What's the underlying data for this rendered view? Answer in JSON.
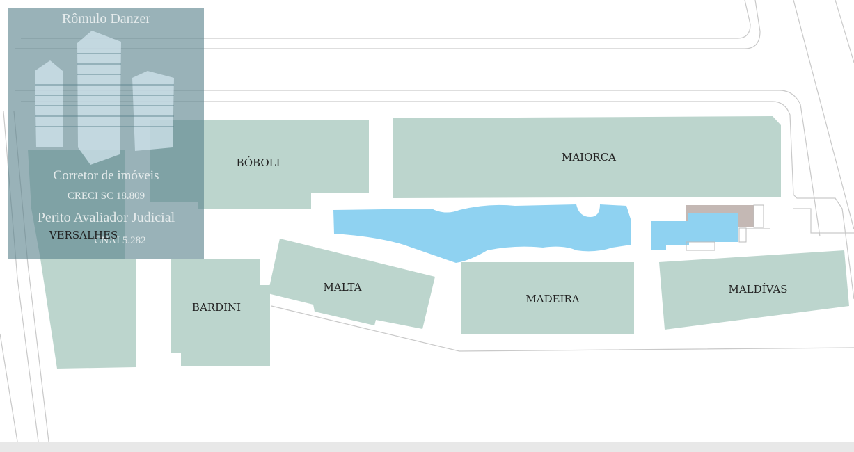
{
  "map": {
    "colors": {
      "building": "#bcd5cd",
      "pool": "#8fd2f1",
      "service": "#c4b8b4",
      "road_line": "#c9c9c9"
    },
    "buildings": [
      {
        "name": "BÓBOLI"
      },
      {
        "name": "MAIORCA"
      },
      {
        "name": "VERSALHES"
      },
      {
        "name": "BARDINI"
      },
      {
        "name": "MALTA"
      },
      {
        "name": "MADEIRA"
      },
      {
        "name": "MALDÍVAS"
      }
    ]
  },
  "watermark": {
    "name": "Rômulo Danzer",
    "line1": "Corretor de imóveis",
    "line2": "CRECI SC 18.809",
    "line3": "Perito Avaliador Judicial",
    "line4": "CNAI 5.282"
  }
}
